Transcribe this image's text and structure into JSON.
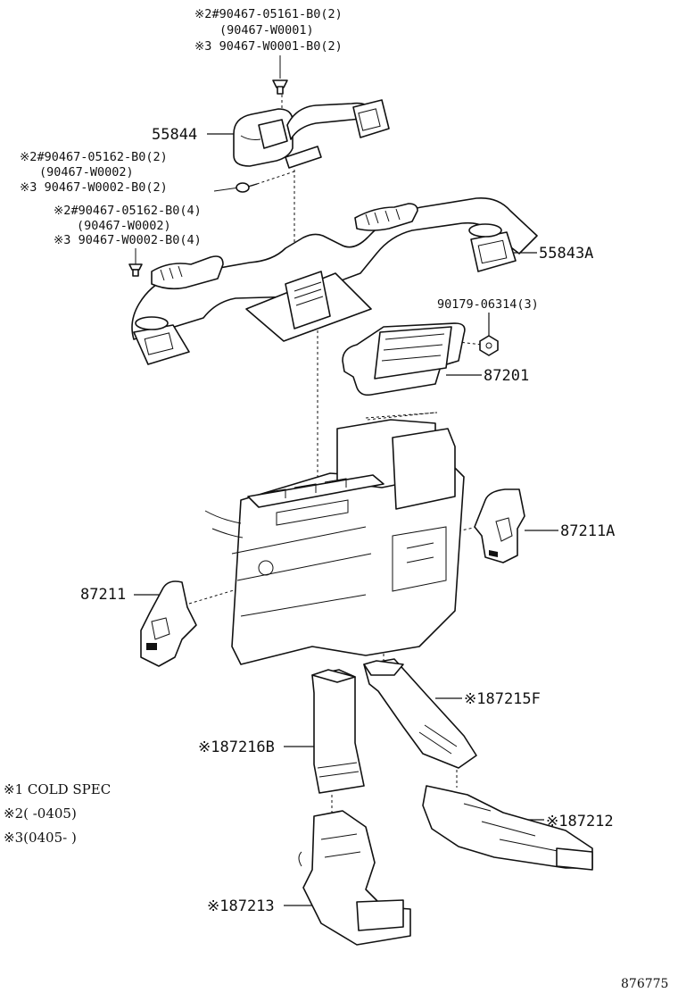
{
  "callouts": {
    "c1": {
      "line1": "※2#90467-05161-B0(2)",
      "line2": "(90467-W0001)",
      "line3": "※3 90467-W0001-B0(2)"
    },
    "c2": {
      "line1": "※2#90467-05162-B0(2)",
      "line2": "(90467-W0002)",
      "line3": "※3 90467-W0002-B0(2)"
    },
    "c3": {
      "line1": "※2#90467-05162-B0(4)",
      "line2": "(90467-W0002)",
      "line3": "※3 90467-W0002-B0(4)"
    }
  },
  "parts": {
    "p55844": "55844",
    "p55843a": "55843A",
    "p90179": "90179-06314(3)",
    "p87201": "87201",
    "p87211a": "87211A",
    "p87211": "87211",
    "p87215f": "※187215F",
    "p87216b": "※187216B",
    "p87212": "※187212",
    "p87213": "※187213"
  },
  "legend": {
    "item1": "※1 COLD SPEC",
    "item2": "※2(     -0405)",
    "item3": "※3(0405-     )"
  },
  "figure_number": "876775"
}
